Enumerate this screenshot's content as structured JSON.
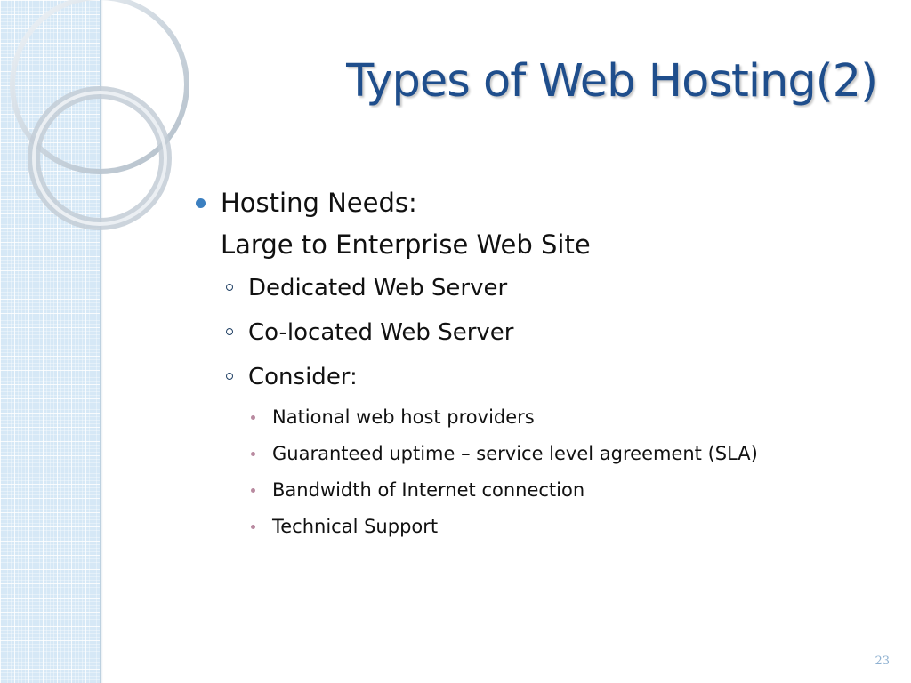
{
  "slide": {
    "title": "Types of Web Hosting(2)",
    "page_number": "23",
    "bullet_color": "#3b7fc0",
    "title_color": "#1f4e8c",
    "content": {
      "main_bullet": {
        "line1": "Hosting Needs:",
        "line2": "Large to Enterprise Web Site"
      },
      "sub_items": [
        "Dedicated Web Server",
        "Co-located Web Server",
        "Consider:"
      ],
      "consider_items": [
        "National web host providers",
        "Guaranteed uptime – service level agreement (SLA)",
        "Bandwidth of Internet connection",
        "Technical Support"
      ]
    }
  }
}
